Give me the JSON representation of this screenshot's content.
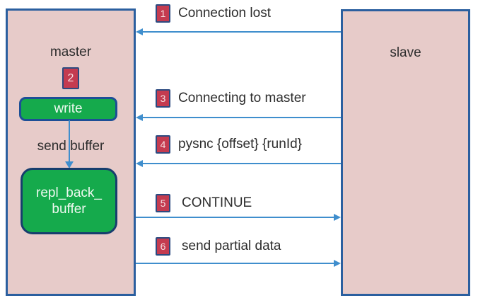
{
  "colors": {
    "node_fill": "#e7cbc9",
    "node_border": "#2b5f9f",
    "green_fill": "#15aa4c",
    "green_border_write": "#1d4f96",
    "green_border_repl": "#173e6d",
    "badge_fill": "#c43b50",
    "badge_border": "#2c4a80",
    "badge_text": "#f6dfe1",
    "arrow": "#3f8ecd",
    "text": "#2d2d2d",
    "box_text_light": "#eef9f0"
  },
  "master": {
    "label": "master",
    "step_badge": "2",
    "write_label": "write",
    "send_buffer_label": "send buffer",
    "repl_buffer_line1": "repl_back_",
    "repl_buffer_line2": "buffer"
  },
  "slave": {
    "label": "slave"
  },
  "messages": [
    {
      "num": "1",
      "label": "Connection lost",
      "direction": "to-master"
    },
    {
      "num": "3",
      "label": "Connecting to master",
      "direction": "to-master"
    },
    {
      "num": "4",
      "label": "pysnc {offset} {runId}",
      "direction": "to-master"
    },
    {
      "num": "5",
      "label": "CONTINUE",
      "direction": "to-slave"
    },
    {
      "num": "6",
      "label": "send partial data",
      "direction": "to-slave"
    }
  ]
}
